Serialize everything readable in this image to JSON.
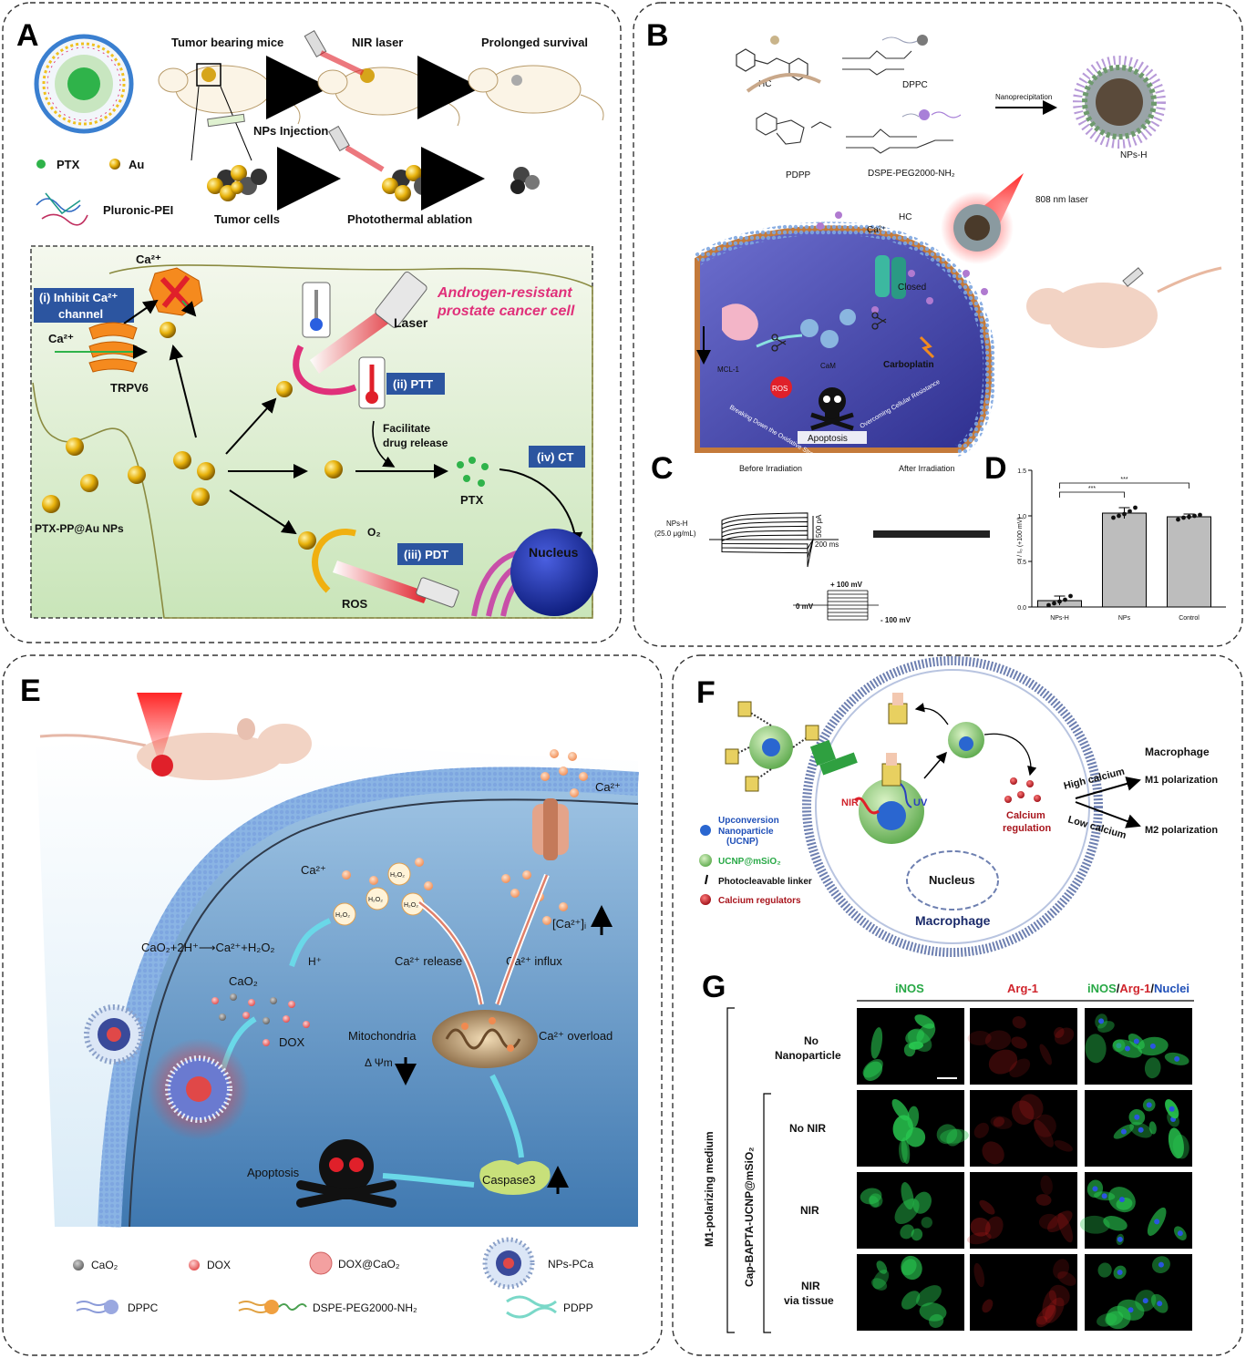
{
  "panels": {
    "A": {
      "letter": "A",
      "top": {
        "tumor_bearing_mice": "Tumor bearing mice",
        "nir_laser": "NIR laser",
        "prolonged_survival": "Prolonged survival",
        "nps_injection": "NPs Injection",
        "tumor_cells": "Tumor cells",
        "photothermal_ablation": "Photothermal ablation"
      },
      "legend": {
        "ptx": "PTX",
        "au": "Au",
        "pluronic": "Pluronic-PEI"
      },
      "cell": {
        "ca_top": "Ca²⁺",
        "inhibit_line1": "(i) Inhibit Ca²⁺",
        "inhibit_line2": "channel",
        "ca_left": "Ca²⁺",
        "trpv6": "TRPV6",
        "title_line1": "Androgen-resistant",
        "title_line2": "prostate cancer cell",
        "laser": "Laser",
        "ptt": "(ii) PTT",
        "facilitate_line1": "Facilitate",
        "facilitate_line2": "drug release",
        "ct": "(iv) CT",
        "ptx": "PTX",
        "o2": "O₂",
        "pdt": "(iii) PDT",
        "nucleus": "Nucleus",
        "ros": "ROS",
        "nps": "PTX-PP@Au NPs"
      }
    },
    "B": {
      "letter": "B",
      "hc": "HC",
      "dppc": "DPPC",
      "pdpp": "PDPP",
      "dspe": "DSPE-PEG2000-NH₂",
      "nanoprecipitation": "Nanoprecipitation",
      "nps_h": "NPs-H",
      "laser": "808 nm laser",
      "hc2": "HC",
      "ca": "Ca²⁺",
      "closed": "Closed",
      "mcl1": "MCL-1",
      "cam": "CaM",
      "carboplatin": "Carboplatin",
      "ros": "ROS",
      "breaking": "Breaking Down the Oxidative Stress Tolerance",
      "overcoming": "Overcoming Cellular Resistance",
      "apoptosis": "Apoptosis"
    },
    "C": {
      "letter": "C",
      "before": "Before Irradiation",
      "after": "After Irradiation",
      "sample_line1": "NPs-H",
      "sample_line2": "(25.0 μg/mL)",
      "scale_current": "500 pA",
      "scale_time": "200 ms",
      "plus100": "+ 100 mV",
      "zero": "0 mV",
      "minus100": "- 100 mV"
    },
    "D": {
      "letter": "D",
      "sig1": "***",
      "sig2": "***",
      "ylabel": "I / I₀ (+100 mV)"
    },
    "E": {
      "letter": "E",
      "ca_top": "Ca²⁺",
      "ca_left": "Ca²⁺",
      "h2o2": "H₂O₂",
      "reaction": "CaO₂+2H⁺⟶Ca²⁺+H₂O₂",
      "h_plus": "H⁺",
      "cao2": "CaO₂",
      "dox": "DOX",
      "ca_release": "Ca²⁺ release",
      "ca_influx": "Ca²⁺ influx",
      "ca_conc": "[Ca²⁺]ᵢ",
      "mitochondria": "Mitochondria",
      "delta_psi": "Δ Ψm",
      "ca_overload": "Ca²⁺ overload",
      "apoptosis": "Apoptosis",
      "caspase": "Caspase3",
      "legend": {
        "cao2": "CaO₂",
        "dox": "DOX",
        "dox_cao2": "DOX@CaO₂",
        "nps_pca": "NPs-PCa",
        "dppc": "DPPC",
        "dspe": "DSPE-PEG2000-NH₂",
        "pdpp": "PDPP"
      }
    },
    "F": {
      "letter": "F",
      "macrophage_title": "Macrophage",
      "high_calcium": "High calcium",
      "m1": "M1 polarization",
      "low_calcium": "Low calcium",
      "m2": "M2 polarization",
      "nir": "NIR",
      "uv": "UV",
      "calcium_line1": "Calcium",
      "calcium_line2": "regulation",
      "nucleus": "Nucleus",
      "macrophage": "Macrophage",
      "legend": {
        "upconversion_line1": "Upconversion",
        "upconversion_line2": "Nanoparticle",
        "upconversion_line3": "(UCNP)",
        "ucnp_msio2": "UCNP@mSiO₂",
        "linker": "Photocleavable linker",
        "calcium_regulators": "Calcium regulators"
      }
    },
    "G": {
      "letter": "G",
      "columns": [
        "iNOS",
        "Arg-1",
        "iNOS/Arg-1/Nuclei"
      ],
      "col3_parts": [
        "iNOS",
        "/",
        "Arg-1",
        "/",
        "Nuclei"
      ],
      "medium": "M1-polarizing medium",
      "cap": "Cap-BAPTA-UCNP@mSiO₂",
      "rows": [
        {
          "line1": "No",
          "line2": "Nanoparticle"
        },
        {
          "line1": "No NIR",
          "line2": ""
        },
        {
          "line1": "NIR",
          "line2": ""
        },
        {
          "line1": "NIR",
          "line2": "via tissue"
        }
      ]
    }
  },
  "chart_data": [
    {
      "type": "bar",
      "panel": "D",
      "categories": [
        "NPs-H",
        "NPs",
        "Control"
      ],
      "values": [
        0.07,
        1.03,
        0.99
      ],
      "errors": [
        0.05,
        0.06,
        0.03
      ],
      "points": [
        [
          0.02,
          0.04,
          0.06,
          0.08,
          0.12
        ],
        [
          0.98,
          1.0,
          1.02,
          1.05,
          1.09
        ],
        [
          0.96,
          0.98,
          0.99,
          1.0,
          1.01
        ]
      ],
      "ylim": [
        0,
        1.5
      ],
      "yticks": [
        "0.0",
        "0.5",
        "1.0",
        "1.5"
      ],
      "ylabel": "I / I₀ (+100 mV)",
      "colors": {
        "bar": "#bdbdbd",
        "point": "#111111"
      }
    }
  ],
  "colors": {
    "cell_bg": "#d9ecd0",
    "membrane_blue": "#2b5fa5",
    "pink_title": "#e0307a",
    "label_box": "#2c55a0",
    "gold": "#e8b20c",
    "ptx_green": "#2fb34a",
    "inos_green": "#27a845",
    "arg_red": "#d0242c",
    "nuclei_blue": "#1f4fb8"
  }
}
